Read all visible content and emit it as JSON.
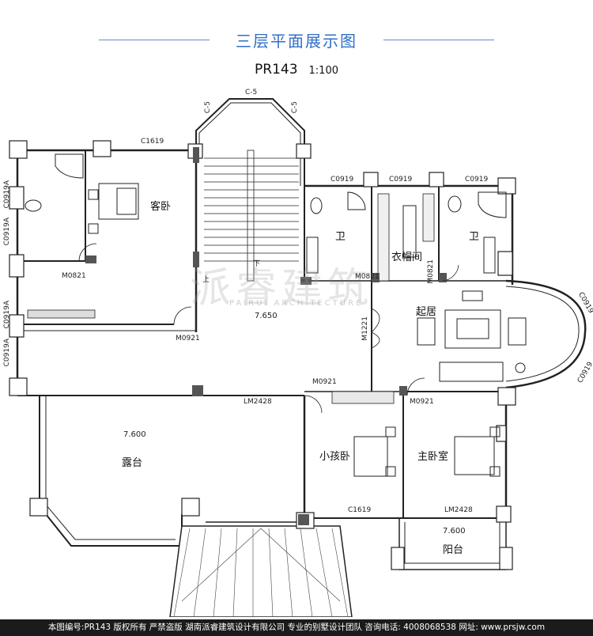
{
  "header": {
    "title": "三层平面展示图",
    "plan_code": "PR143",
    "scale": "1:100"
  },
  "rooms": {
    "guest_bedroom": "客卧",
    "bathroom_left": "卫",
    "bathroom_right": "卫",
    "closet": "衣帽间",
    "living": "起居",
    "kids_bedroom": "小孩卧",
    "master_bedroom": "主卧室",
    "terrace": "露台",
    "balcony": "阳台"
  },
  "levels": {
    "hall": "7.650",
    "terrace": "7.600",
    "balcony": "7.600"
  },
  "codes": {
    "c5_top": "C-5",
    "c5_left": "C-5",
    "c5_right": "C-5",
    "c1619_top": "C1619",
    "c0919_a": "C0919",
    "c0919_b": "C0919",
    "c0919_c": "C0919",
    "c0919a_1": "C0919A",
    "c0919a_2": "C0919A",
    "c0919a_3": "C0919A",
    "c0919a_4": "C0919A",
    "m0821_left": "M0821",
    "m0821_mid": "M0821",
    "m0821_right": "M0821",
    "m0921_a": "M0921",
    "m0921_b": "M0921",
    "m0921_c": "M0921",
    "m1221": "M1221",
    "lm2428_a": "LM2428",
    "lm2428_b": "LM2428",
    "c1619_bottom": "C1619",
    "c0919_bay1": "C0919",
    "c0919_bay2": "C0919",
    "stair_down": "下",
    "stair_up": "上"
  },
  "watermark": {
    "main": "派睿建筑",
    "sub": "PAIRUI ARCHITECTURE"
  },
  "footer": "本图编号:PR143 版权所有 严禁盗版 湖南派睿建筑设计有限公司 专业的别墅设计团队 咨询电话: 4008068538 网址: www.prsjw.com"
}
